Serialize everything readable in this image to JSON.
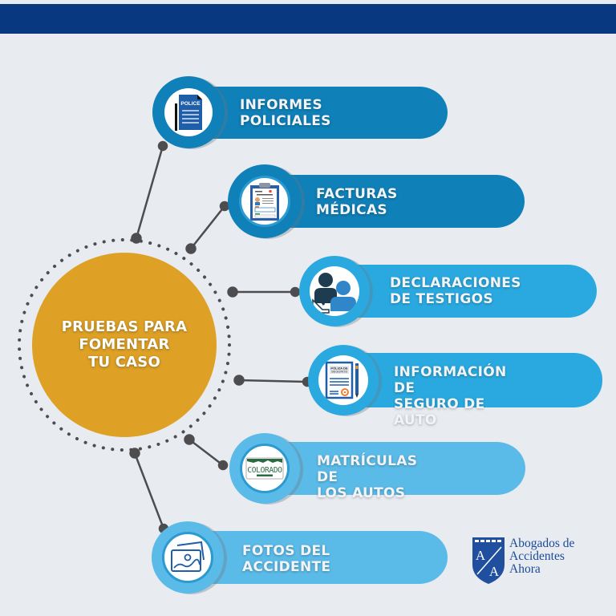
{
  "header": {
    "bar_color": "#083880"
  },
  "center": {
    "title": "PRUEBAS PARA\nFOMENTAR\nTU CASO",
    "color": "#dea126"
  },
  "items": [
    {
      "label": "INFORMES\nPOLICIALES",
      "icon": "police-report-icon",
      "icon_text": "POLICE",
      "color": "#0f80b8"
    },
    {
      "label": "FACTURAS\nMÉDICAS",
      "icon": "medical-bill-clipboard-icon",
      "color": "#0f80b8"
    },
    {
      "label": "DECLARACIONES\nDE TESTIGOS",
      "icon": "witness-statement-icon",
      "color": "#2aa9e0"
    },
    {
      "label": "INFORMACIÓN DE\nSEGURO DE AUTO",
      "icon": "insurance-policy-icon",
      "icon_text": "PÓLIZA DE\nSEGUROS",
      "color": "#2aa9e0"
    },
    {
      "label": "MATRÍCULAS DE\nLOS AUTOS",
      "icon": "license-plate-icon",
      "icon_text": "COLORADO",
      "icon_subtext": "COLORADO",
      "color": "#5bbbe8"
    },
    {
      "label": "FOTOS DEL\nACCIDENTE",
      "icon": "photos-icon",
      "color": "#5bbbe8"
    }
  ],
  "logo": {
    "letters": "A/A",
    "text": "Abogados de\nAccidentes\nAhora",
    "color": "#1b4a9a"
  }
}
